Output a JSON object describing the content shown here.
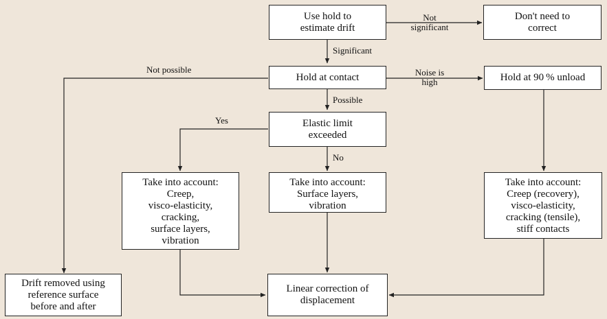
{
  "nodes": {
    "estimate_drift": [
      "Use hold to",
      "estimate drift"
    ],
    "dont_correct": [
      "Don't need to",
      "correct"
    ],
    "hold_contact": [
      "Hold at contact"
    ],
    "hold_unload": [
      "Hold at 90 % unload"
    ],
    "elastic_limit": [
      "Elastic limit",
      "exceeded"
    ],
    "account_left": [
      "Take into account:",
      "Creep,",
      "visco-elasticity,",
      "cracking,",
      "surface layers,",
      "vibration"
    ],
    "account_mid": [
      "Take into account:",
      "Surface layers,",
      "vibration"
    ],
    "account_right": [
      "Take into account:",
      "Creep (recovery),",
      "visco-elasticity,",
      "cracking (tensile),",
      "stiff contacts"
    ],
    "drift_removed": [
      "Drift removed using",
      "reference surface",
      "before and after"
    ],
    "linear_correction": [
      "Linear correction of",
      "displacement"
    ]
  },
  "edge_labels": {
    "not_significant": [
      "Not",
      "significant"
    ],
    "significant": "Significant",
    "not_possible": "Not possible",
    "noise_high": [
      "Noise is",
      "high"
    ],
    "possible": "Possible",
    "yes": "Yes",
    "no": "No"
  }
}
